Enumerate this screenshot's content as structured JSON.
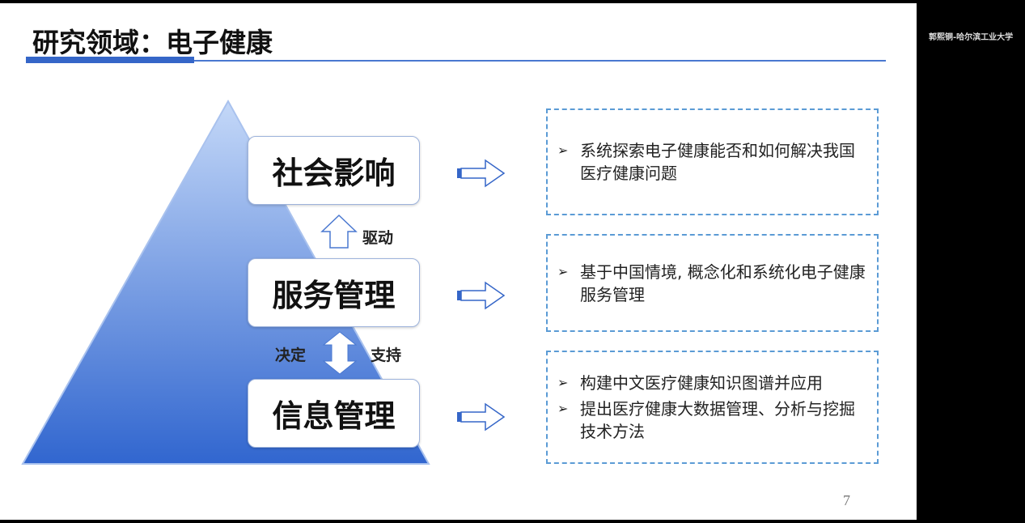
{
  "slide": {
    "title": "研究领域：电子健康",
    "page_number": "7",
    "levels": [
      {
        "label": "社会影响"
      },
      {
        "label": "服务管理"
      },
      {
        "label": "信息管理"
      }
    ],
    "relations": {
      "drive": "驱动",
      "decide": "决定",
      "support": "支持"
    },
    "panels": [
      {
        "items": [
          "系统探索电子健康能否和如何解决我国医疗健康问题"
        ]
      },
      {
        "items": [
          "基于中国情境, 概念化和系统化电子健康服务管理"
        ]
      },
      {
        "items": [
          "构建中文医疗健康知识图谱并应用",
          "提出医疗健康大数据管理、分析与挖掘技术方法"
        ]
      }
    ],
    "bullet_icon": "arrowhead-bullet",
    "colors": {
      "accent": "#3566c8",
      "panel_border": "#5b9bd5",
      "pyramid_top": "#b8d0f6",
      "pyramid_bottom": "#3468d0"
    }
  },
  "presenter": "郭熙铜-哈尔滨工业大学"
}
